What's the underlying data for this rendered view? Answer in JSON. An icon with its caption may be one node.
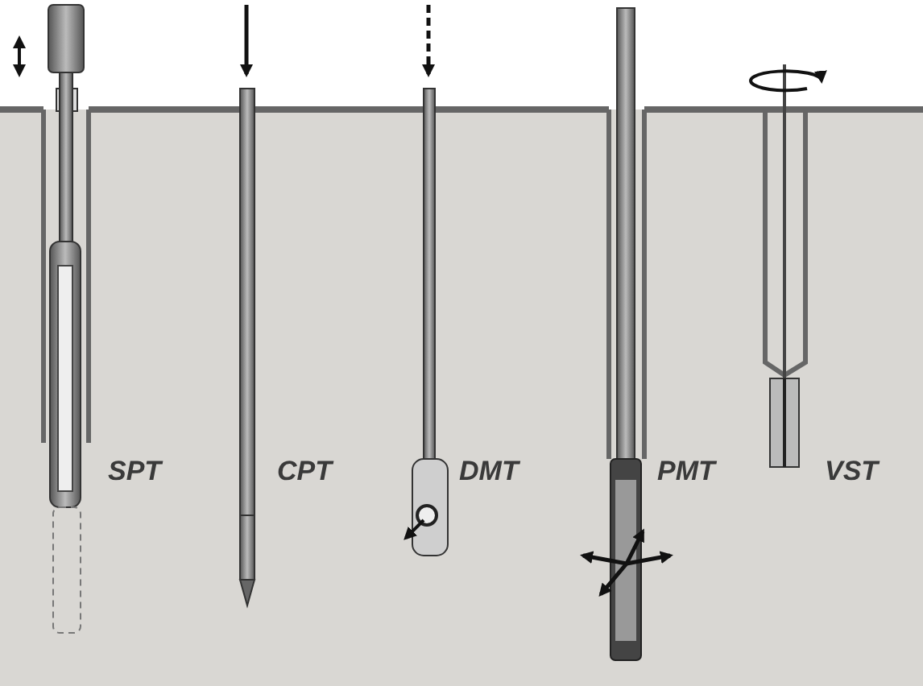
{
  "diagram": {
    "labels": [
      "SPT",
      "CPT",
      "DMT",
      "PMT",
      "VST"
    ]
  }
}
